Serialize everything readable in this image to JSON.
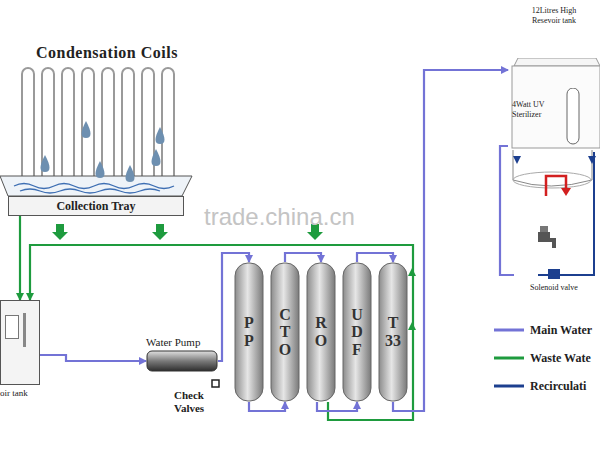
{
  "diagram": {
    "nodes": [
      {
        "text": [
          "Collection Tray"
        ]
      },
      {
        "text": [
          "oir tank"
        ]
      },
      {
        "text": [
          "Water Pump"
        ]
      },
      {
        "text": [
          "PP"
        ]
      },
      {
        "text": [
          "CTO"
        ]
      },
      {
        "text": [
          "RO"
        ]
      },
      {
        "text": [
          "UDF"
        ]
      },
      {
        "text": [
          "T33"
        ]
      },
      {
        "text": [
          "12Litres High Resevoir tank"
        ]
      },
      {
        "text": [
          "4Watt UV Sterilizer"
        ],
        "in": 8
      },
      {
        "text": [
          "Solenoid valve"
        ]
      }
    ],
    "edges": [
      {
        "from": 0,
        "to": 1,
        "arrow": "to"
      },
      {
        "from": 5,
        "to": 1,
        "arrow": "to"
      },
      {
        "from": 1,
        "to": 2,
        "arrow": "to"
      },
      {
        "from": 2,
        "to": 3,
        "arrow": "to"
      },
      {
        "from": 3,
        "to": 4,
        "arrow": "to"
      },
      {
        "from": 4,
        "to": 5,
        "arrow": "to"
      },
      {
        "from": 5,
        "to": 6,
        "arrow": "to"
      },
      {
        "from": 6,
        "to": 7,
        "arrow": "to"
      },
      {
        "from": 7,
        "to": 8,
        "arrow": "to"
      },
      {
        "from": 8,
        "to": 10,
        "arrow": "none"
      }
    ],
    "labels": [
      "Condensation Coils",
      "trade.china.cn",
      "Check Valves"
    ],
    "legend": [
      {
        "text": "Main Water"
      },
      {
        "text": "Waste Wate"
      },
      {
        "text": "Recirculati"
      }
    ]
  }
}
